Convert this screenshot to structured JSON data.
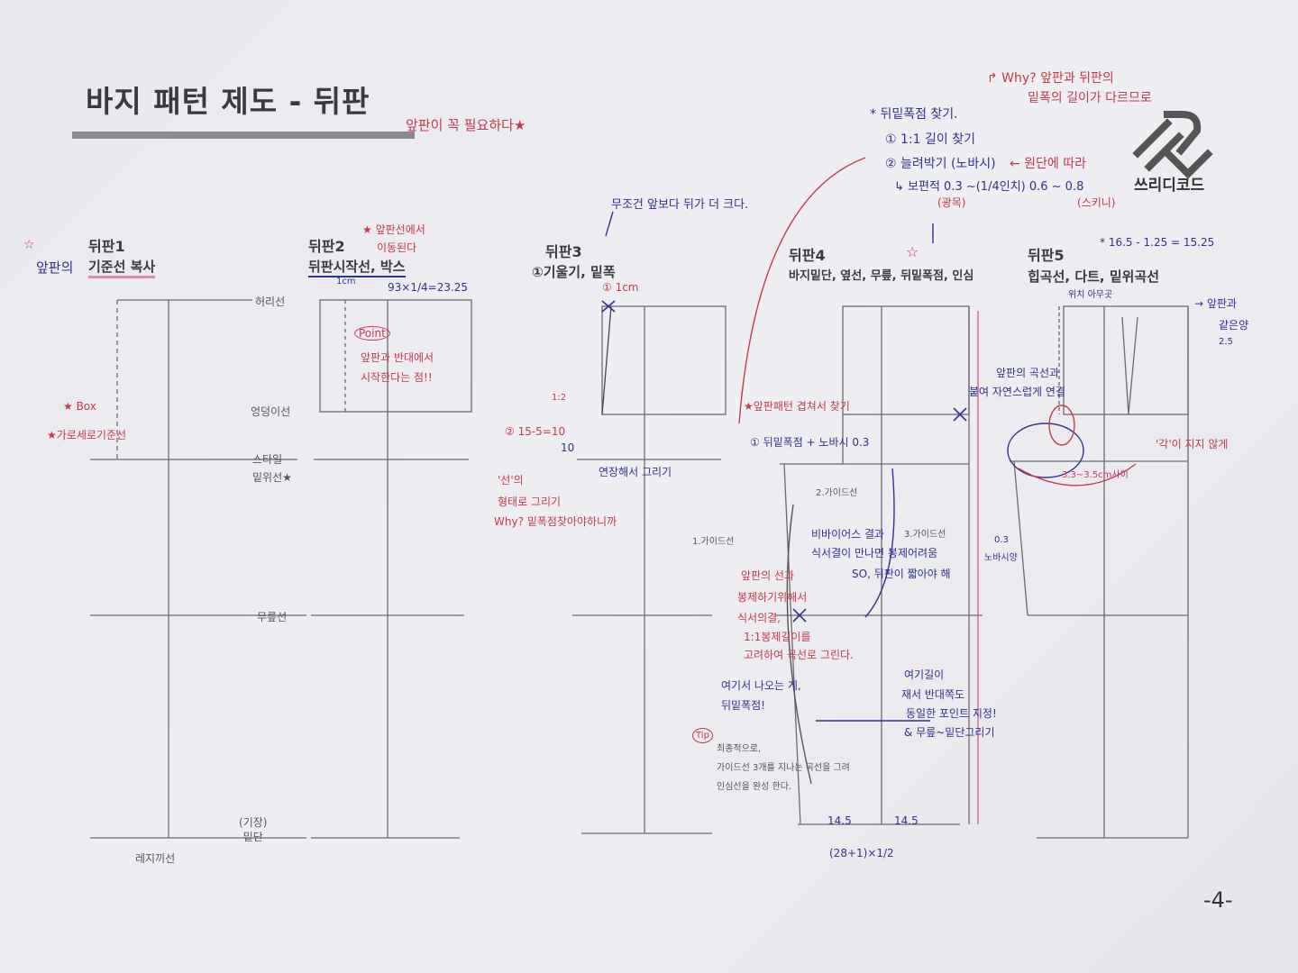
{
  "title": "바지 패턴 제도 - 뒤판",
  "title_note": "앞판이 꼭 필요하다★",
  "logo": {
    "text": "쓰리디코드"
  },
  "page_number": "-4-",
  "top_notes": {
    "why": "↱ Why? 앞판과 뒤판의",
    "why2": "밑폭의 길이가 다르므로",
    "heading": "* 뒤밑폭점 찾기.",
    "step1": "① 1:1 길이 찾기",
    "step2": "② 늘려박기 (노바시)",
    "step2_note": "← 원단에 따라",
    "step3": "↳ 보편적 0.3 ~(1/4인치) 0.6 ~ 0.8",
    "step3_a": "(광목)",
    "step3_b": "(스키니)",
    "big_note": "무조건 앞보다 뒤가 더 크다."
  },
  "panels": [
    {
      "label": "뒤판1",
      "subtitle": "기준선 복사",
      "prefix": "앞판의",
      "lines": {
        "waist": "허리선",
        "hip": "엉덩이선",
        "crotch": "스타일\n밑위선★",
        "knee": "무릎선",
        "hem": "(기장)\n밑단",
        "hem_below": "레지끼선"
      },
      "notes": [
        "★ Box",
        "★가로세로기준선"
      ]
    },
    {
      "label": "뒤판2",
      "subtitle": "뒤판시작선, 박스",
      "notes": [
        "★ 앞판선에서",
        "이동된다",
        "1cm",
        "93×1/4=23.25",
        "Point",
        "앞판과 반대에서",
        "시작한다는 점!!"
      ]
    },
    {
      "label": "뒤판3",
      "subtitle": "①기울기, 밑폭",
      "notes": [
        "① 1cm",
        "1:2",
        "② 15-5=10",
        "10",
        "연장해서 그리기",
        "'선'의",
        "형태로 그리기",
        "Why? 밑폭점찾아야하니까"
      ]
    },
    {
      "label": "뒤판4",
      "subtitle": "바지밑단, 옆선, 무릎, 뒤밑폭점, 인심",
      "notes": [
        "★앞판패턴 겹쳐서 찾기",
        "① 뒤밑폭점 + 노바시 0.3",
        "2.가이드선",
        "1.가이드선",
        "3.가이드선",
        "비바이어스 결과",
        "식서결이 만나면 봉제어려움",
        "SO, 뒤판이 짧아야 해",
        "앞판의 선과",
        "봉제하기위해서",
        "식서의결,",
        "1:1봉제길이를",
        "고려하여 곡선로 그린다.",
        "여기서 나오는 게,",
        "뒤밑폭점!",
        "여기길이",
        "재서 반대쪽도",
        "동일한 포인트 지정!",
        "& 무릎~밑단그리기",
        "Tip",
        "최종적으로,",
        "가이드선 3개를 지나는 곡선을 그려",
        "인심선을 완성 한다.",
        "14.5",
        "14.5",
        "(28+1)×1/2"
      ]
    },
    {
      "label": "뒤판5",
      "subtitle": "힙곡선, 다트, 밑위곡선",
      "notes": [
        "* 16.5 - 1.25 = 15.25",
        "위치 아무곳",
        "→ 앞판과",
        "같은양",
        "2.5",
        "앞판의 곡선과",
        "붙여 자연스럽게 연결",
        "3.3~3.5cm사이",
        "'각'이 지지 않게",
        "0.3",
        "노바시양"
      ]
    }
  ],
  "colors": {
    "pink": "#d0306a",
    "navy": "#2e3290",
    "red": "#c23a4a",
    "print": "#3b3b3f"
  }
}
